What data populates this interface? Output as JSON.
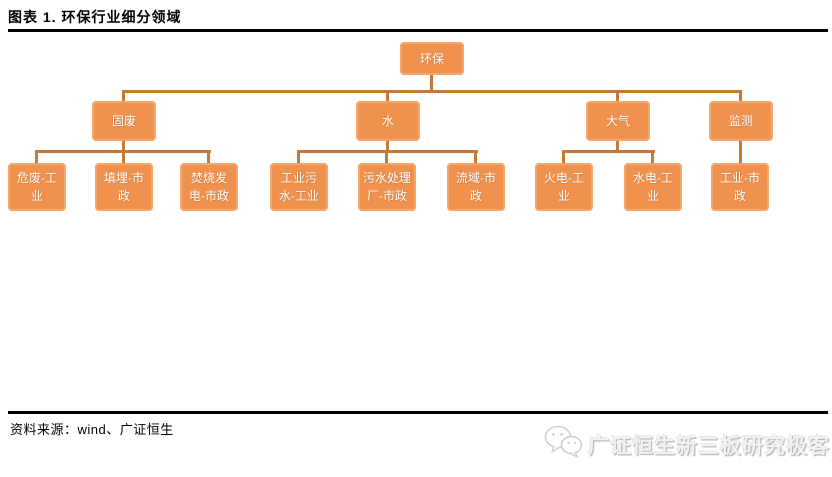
{
  "header": {
    "title": "图表 1. 环保行业细分领域"
  },
  "tree": {
    "root": {
      "label": "环保"
    },
    "branches": [
      {
        "label": "固废",
        "children": [
          {
            "label": "危废-工业"
          },
          {
            "label": "填埋-市政"
          },
          {
            "label": "焚烧发电-市政"
          }
        ]
      },
      {
        "label": "水",
        "children": [
          {
            "label": "工业污水-工业"
          },
          {
            "label": "污水处理厂-市政"
          },
          {
            "label": "流域-市政"
          }
        ]
      },
      {
        "label": "大气",
        "children": [
          {
            "label": "火电-工业"
          },
          {
            "label": "水电-工业"
          }
        ]
      },
      {
        "label": "监测",
        "children": [
          {
            "label": "工业-市政"
          }
        ]
      }
    ]
  },
  "footer": {
    "source": "资料来源：wind、广证恒生",
    "watermark": "广证恒生新三板研究极客",
    "watermark_icon": "wechat-icon"
  },
  "colors": {
    "node_fill": "#F0914E",
    "node_border": "#F4A76C",
    "connector": "#C67A36",
    "rule": "#000000",
    "watermark_gray": "#CCCCCC"
  }
}
